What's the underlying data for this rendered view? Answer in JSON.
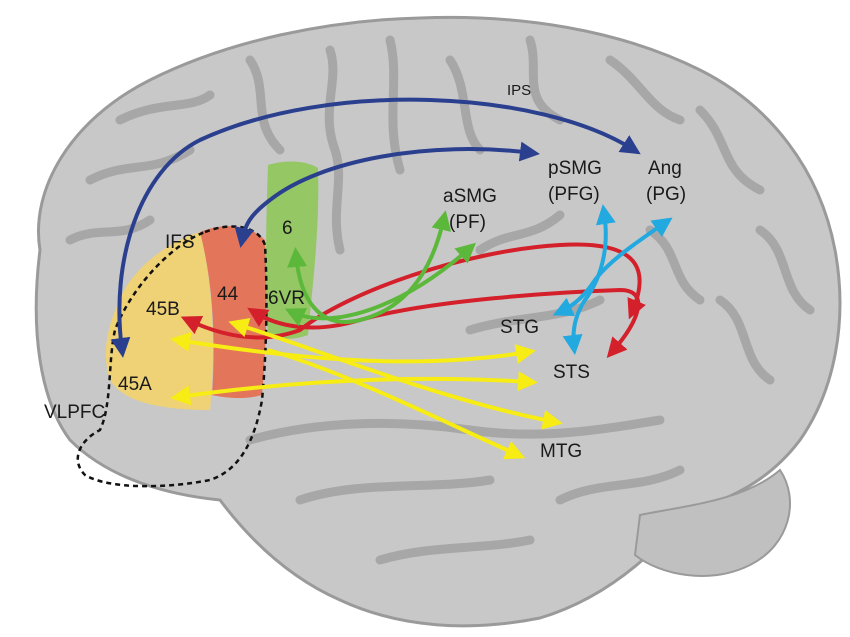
{
  "colors": {
    "brain": "#c8c8c8",
    "brain_outline": "#9a9a9a",
    "sulcus": "#a7a7a7",
    "area_45": "#f3d36b",
    "area_44": "#e56b4e",
    "area_6": "#8fc65a",
    "pathway_dorsal_blue": "#2b3f8f",
    "pathway_red": "#d4202a",
    "pathway_green": "#5cb83a",
    "pathway_yellow": "#f7ec13",
    "pathway_cyan": "#22a9e0",
    "vlpfc_outline": "#111111"
  },
  "labels": {
    "ips": "IPS",
    "psmg": "pSMG",
    "pfg": "(PFG)",
    "ang": "Ang",
    "pg": "(PG)",
    "asmg": "aSMG",
    "pf": "(PF)",
    "area6": "6",
    "area6vr": "6VR",
    "ifs": "IFS",
    "area45b": "45B",
    "area44": "44",
    "area45a": "45A",
    "vlpfc": "VLPFC",
    "stg": "STG",
    "sts": "STS",
    "mtg": "MTG"
  }
}
